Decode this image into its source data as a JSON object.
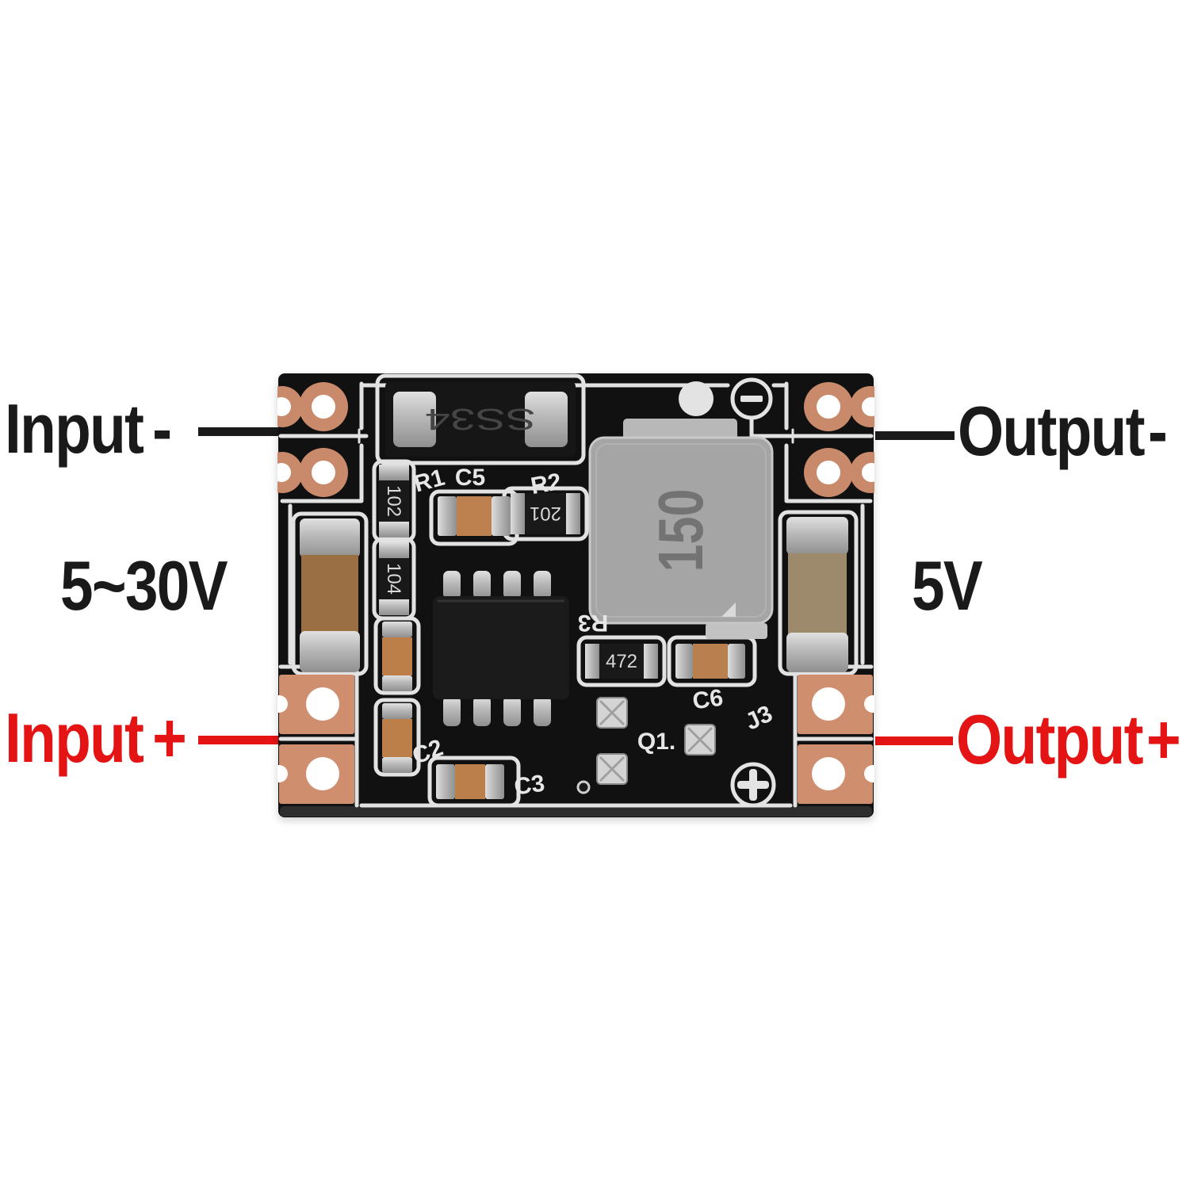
{
  "annotations": {
    "input_minus": {
      "label": "Input",
      "sign": "-"
    },
    "input_plus": {
      "label": "Input",
      "sign": "+"
    },
    "output_minus": {
      "label": "Output",
      "sign": "-"
    },
    "output_plus": {
      "label": "Output",
      "sign": "+"
    },
    "input_voltage": "5~30V",
    "output_voltage": "5V"
  },
  "pcb": {
    "markings": {
      "diode": "SS34",
      "inductor": "150",
      "r1": "102",
      "r_mid": "104",
      "r2": "201",
      "r3_res": "472"
    },
    "labels": {
      "r1": "R1",
      "c5": "C5",
      "r2": "R2",
      "r3": "R3",
      "c2": "C2",
      "c3": "C3",
      "c6": "C6",
      "j3": "J3",
      "q1": "Q1."
    }
  },
  "colors": {
    "background": "#ffffff",
    "annotation_black": "#1a1a1a",
    "annotation_red": "#e51414",
    "pcb_black": "#111111",
    "silkscreen_white": "#e2e2e2",
    "copper": "#c98a6c"
  }
}
